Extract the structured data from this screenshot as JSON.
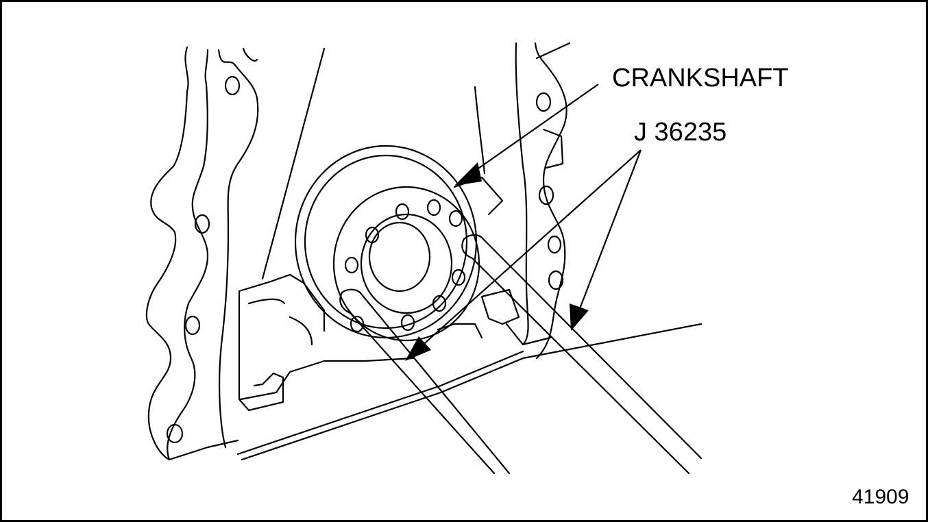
{
  "callouts": {
    "crankshaft": "CRANKSHAFT",
    "tool": "J 36235"
  },
  "figure_number": "41909",
  "colors": {
    "ink": "#000000",
    "paper": "#ffffff"
  }
}
